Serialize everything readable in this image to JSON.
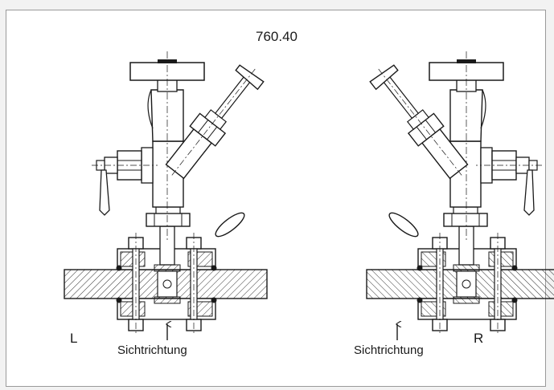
{
  "drawing": {
    "title": "760.40",
    "left_label": "L",
    "right_label": "R",
    "view_direction_left": "Sichtrichtung",
    "view_direction_right": "Sichtrichtung"
  },
  "colors": {
    "line": "#1a1a1a",
    "background": "#ffffff",
    "frame_border": "#9a9a9a"
  },
  "icons": {
    "view-arrow": "up-arrow"
  }
}
